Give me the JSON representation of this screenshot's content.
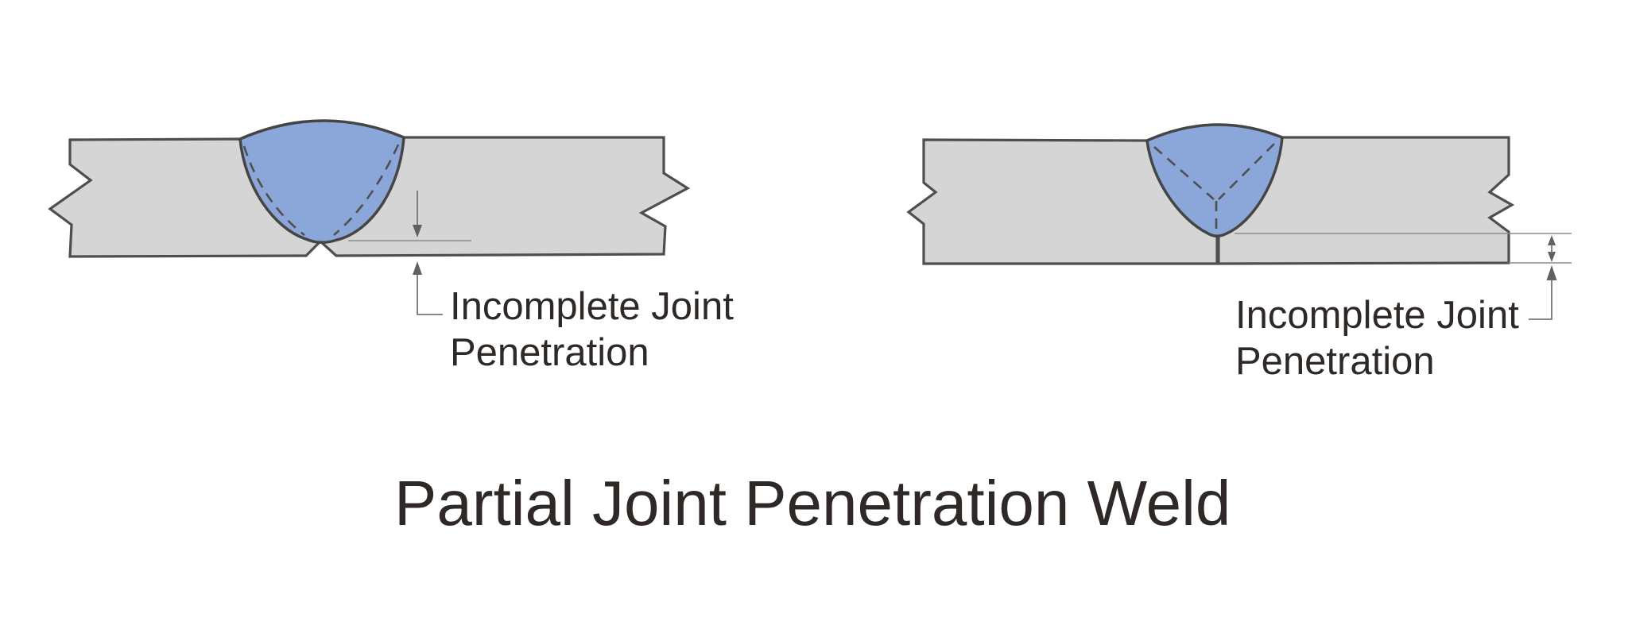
{
  "figure": {
    "title": "Partial Joint Penetration Weld",
    "left_diagram": {
      "label": [
        "Incomplete Joint",
        "Penetration"
      ]
    },
    "right_diagram": {
      "label": [
        "Incomplete Joint",
        "Penetration"
      ]
    }
  },
  "colors": {
    "background": "#ffffff",
    "plate_fill": "#d5d5d5",
    "plate_stroke": "#4e4e4e",
    "weld_fill": "#8ba6d9",
    "weld_stroke": "#454545",
    "dash_stroke": "#4f4f4f",
    "dimension_line": "#757575",
    "extension_line": "#8c8c8c",
    "arrow_fill": "#616161",
    "text": "#2e2926"
  }
}
